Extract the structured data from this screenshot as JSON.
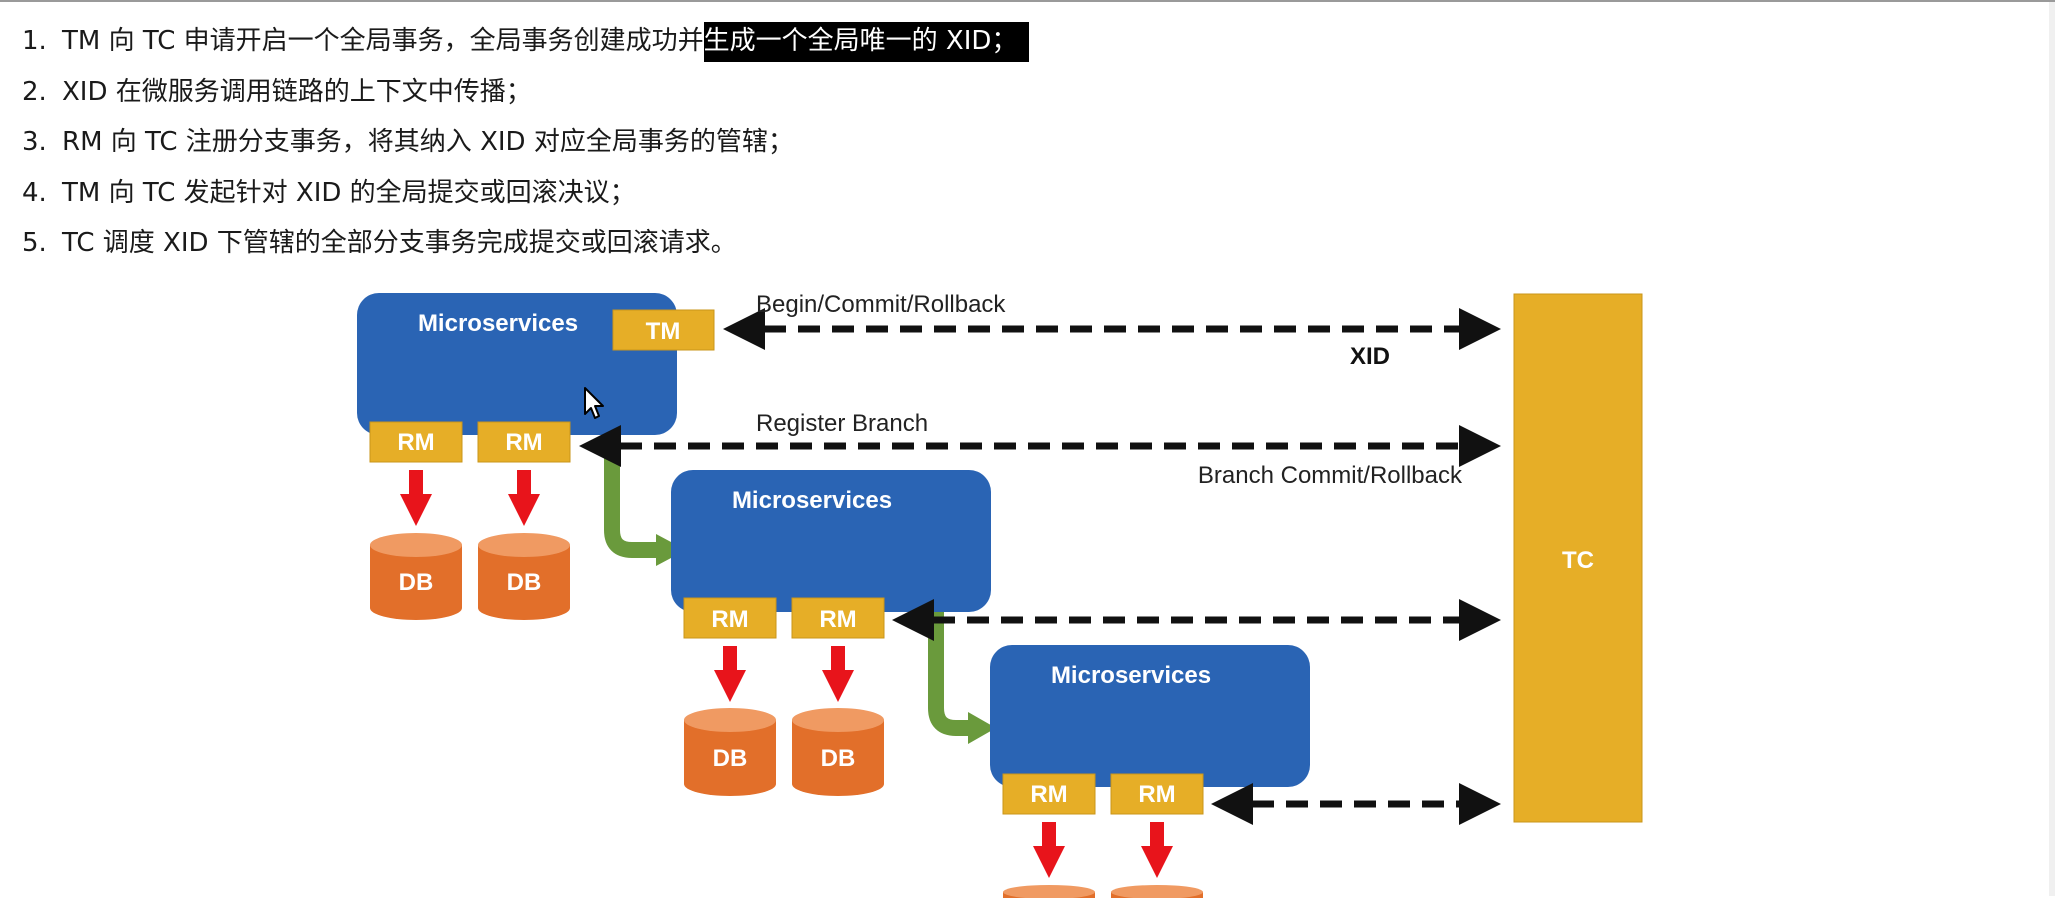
{
  "steps": [
    {
      "number": "1.",
      "text": "TM 向 TC 申请开启一个全局事务，全局事务创建成功并",
      "highlight": "生成一个全局唯一的 XID；"
    },
    {
      "number": "2.",
      "text": "XID 在微服务调用链路的上下文中传播；"
    },
    {
      "number": "3.",
      "text": "RM 向 TC 注册分支事务，将其纳入 XID 对应全局事务的管辖；"
    },
    {
      "number": "4.",
      "text": "TM 向 TC 发起针对 XID 的全局提交或回滚决议；"
    },
    {
      "number": "5.",
      "text": "TC 调度 XID 下管辖的全部分支事务完成提交或回滚请求。"
    }
  ],
  "diagram": {
    "microservice_label": "Microservices",
    "tm_label": "TM",
    "rm_label": "RM",
    "db_label": "DB",
    "tc_label": "TC",
    "arrow_labels": {
      "begin_commit_rollback": "Begin/Commit/Rollback",
      "xid": "XID",
      "register_branch": "Register Branch",
      "branch_commit_rollback": "Branch Commit/Rollback"
    },
    "colors": {
      "microservice_box": "#2a64b4",
      "rm_tm_box": "#e6ae27",
      "tc_box": "#e6ae27",
      "db": "#e26f2a",
      "db_top": "#f09a62",
      "down_arrow": "#e8141b",
      "flow_arrow": "#6a9a3c",
      "dashed_arrow": "#111111"
    }
  }
}
